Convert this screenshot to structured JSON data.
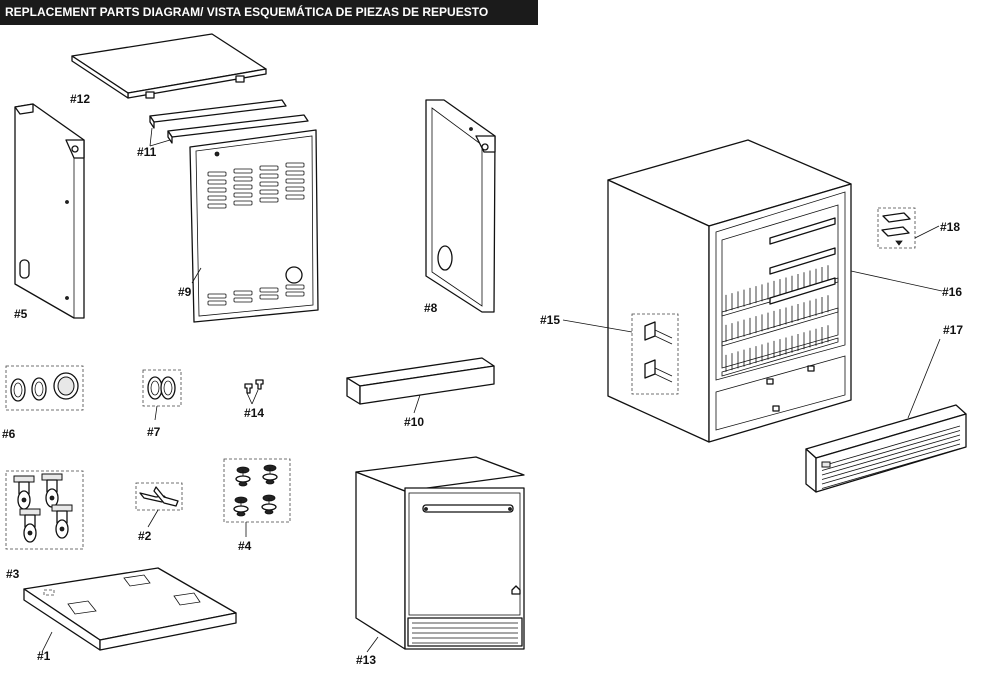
{
  "header": {
    "title": "REPLACEMENT PARTS DIAGRAM/ VISTA ESQUEMÁTICA DE PIEZAS DE REPUESTO"
  },
  "parts": {
    "p1": "#1",
    "p2": "#2",
    "p3": "#3",
    "p4": "#4",
    "p5": "#5",
    "p6": "#6",
    "p7": "#7",
    "p8": "#8",
    "p9": "#9",
    "p10": "#10",
    "p11": "#11",
    "p12": "#12",
    "p13": "#13",
    "p14": "#14",
    "p15": "#15",
    "p16": "#16",
    "p17": "#17",
    "p18": "#18"
  }
}
